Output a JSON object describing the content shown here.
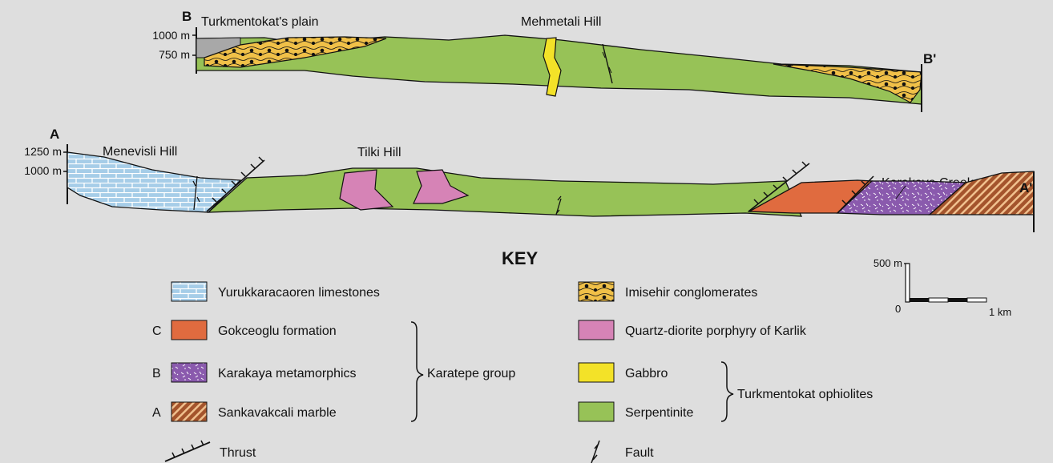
{
  "sections": {
    "b": {
      "start_label": "B",
      "end_label": "B'",
      "elevations": [
        "1000 m",
        "750 m"
      ],
      "places": [
        "Turkmentokat's plain",
        "Mehmetali Hill"
      ]
    },
    "a": {
      "start_label": "A",
      "end_label": "A'",
      "elevations": [
        "1250 m",
        "1000 m"
      ],
      "places": [
        "Menevisli Hill",
        "Tilki Hill",
        "Karakaya Creek"
      ]
    }
  },
  "key": {
    "title": "KEY",
    "left_items": [
      {
        "code": "",
        "label": "Yurukkaracaoren limestones",
        "pattern": "limestone"
      },
      {
        "code": "C",
        "label": "Gokceoglu formation",
        "pattern": "gokceoglu"
      },
      {
        "code": "B",
        "label": "Karakaya metamorphics",
        "pattern": "metamorphic"
      },
      {
        "code": "A",
        "label": "Sankavakcali marble",
        "pattern": "marble"
      }
    ],
    "right_items": [
      {
        "label": "Imisehir conglomerates",
        "pattern": "conglomerate"
      },
      {
        "label": "Quartz-diorite porphyry of Karlik",
        "pattern": "diorite"
      },
      {
        "label": "Gabbro",
        "pattern": "gabbro"
      },
      {
        "label": "Serpentinite",
        "pattern": "serpentinite"
      }
    ],
    "left_group": "Karatepe group",
    "right_group": "Turkmentokat ophiolites",
    "thrust_label": "Thrust",
    "fault_label": "Fault"
  },
  "scale": {
    "vertical": "500 m",
    "origin": "0",
    "horizontal": "1 km"
  },
  "colors": {
    "serpentinite": "#97c257",
    "gabbro": "#f3e228",
    "diorite": "#d683b6",
    "gokceoglu": "#e06b3f",
    "metamorphic": "#8a5aad",
    "marble_base": "#a4542c",
    "marble_stripe": "#f0c08e",
    "limestone_base": "#a6cde8",
    "conglomerate": "#f0c048",
    "alluvium": "#a8a8a8",
    "line": "#111111"
  }
}
